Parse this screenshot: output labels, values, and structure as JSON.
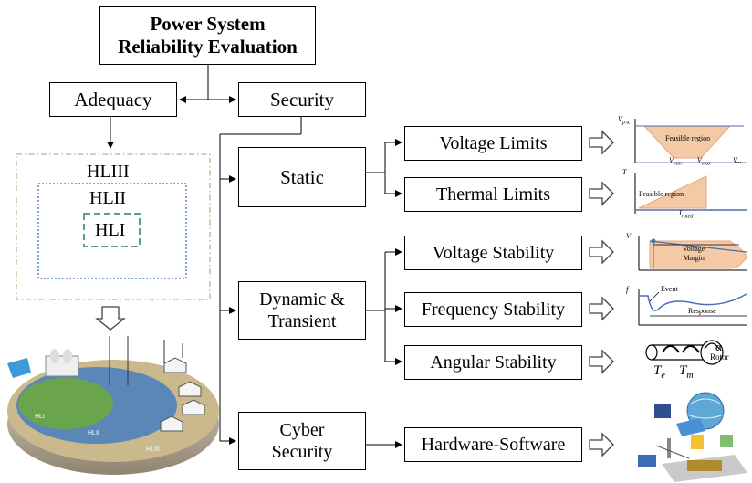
{
  "title": {
    "line1": "Power System",
    "line2": "Reliability Evaluation"
  },
  "adequacy": "Adequacy",
  "security": "Security",
  "hierarchy": {
    "hl3": "HLIII",
    "hl2": "HLII",
    "hl1": "HLI"
  },
  "categories": {
    "static": "Static",
    "dynamic_line1": "Dynamic &",
    "dynamic_line2": "Transient",
    "cyber_line1": "Cyber",
    "cyber_line2": "Security"
  },
  "items": {
    "voltage_limits": "Voltage Limits",
    "thermal_limits": "Thermal Limits",
    "voltage_stability": "Voltage Stability",
    "frequency_stability": "Frequency Stability",
    "angular_stability": "Angular Stability",
    "hardware_software": "Hardware-Software"
  },
  "plots": {
    "voltage_limits": {
      "y": "V",
      "y_sub": "p.u.",
      "region": "Feasible region",
      "vmin": "V",
      "vmin_sub": "min",
      "vmax": "V",
      "vmax_sub": "max",
      "extra": "V..."
    },
    "thermal_limits": {
      "y": "T",
      "region": "Feasible region",
      "irated": "I",
      "irated_sub": "rated"
    },
    "voltage_stability": {
      "y": "V",
      "margin1": "Voltage",
      "margin2": "Margin"
    },
    "frequency_stability": {
      "y": "f",
      "event": "Event",
      "response": "Response"
    },
    "angular_stability": {
      "te": "T",
      "te_sub": "e",
      "tm": "T",
      "tm_sub": "m",
      "alpha": "α",
      "rotor": "Rotor"
    }
  },
  "illustration": {
    "hl1": "HLI",
    "hl2": "HLII",
    "hl3": "HLIII"
  },
  "colors": {
    "peach": "#f4c9a6",
    "peach_dark": "#e8a677",
    "blue_line": "#4a6fb5",
    "green_dash": "#5aa081",
    "blue_dot": "#3a6fbf",
    "olive_dash": "#b9b48c"
  }
}
